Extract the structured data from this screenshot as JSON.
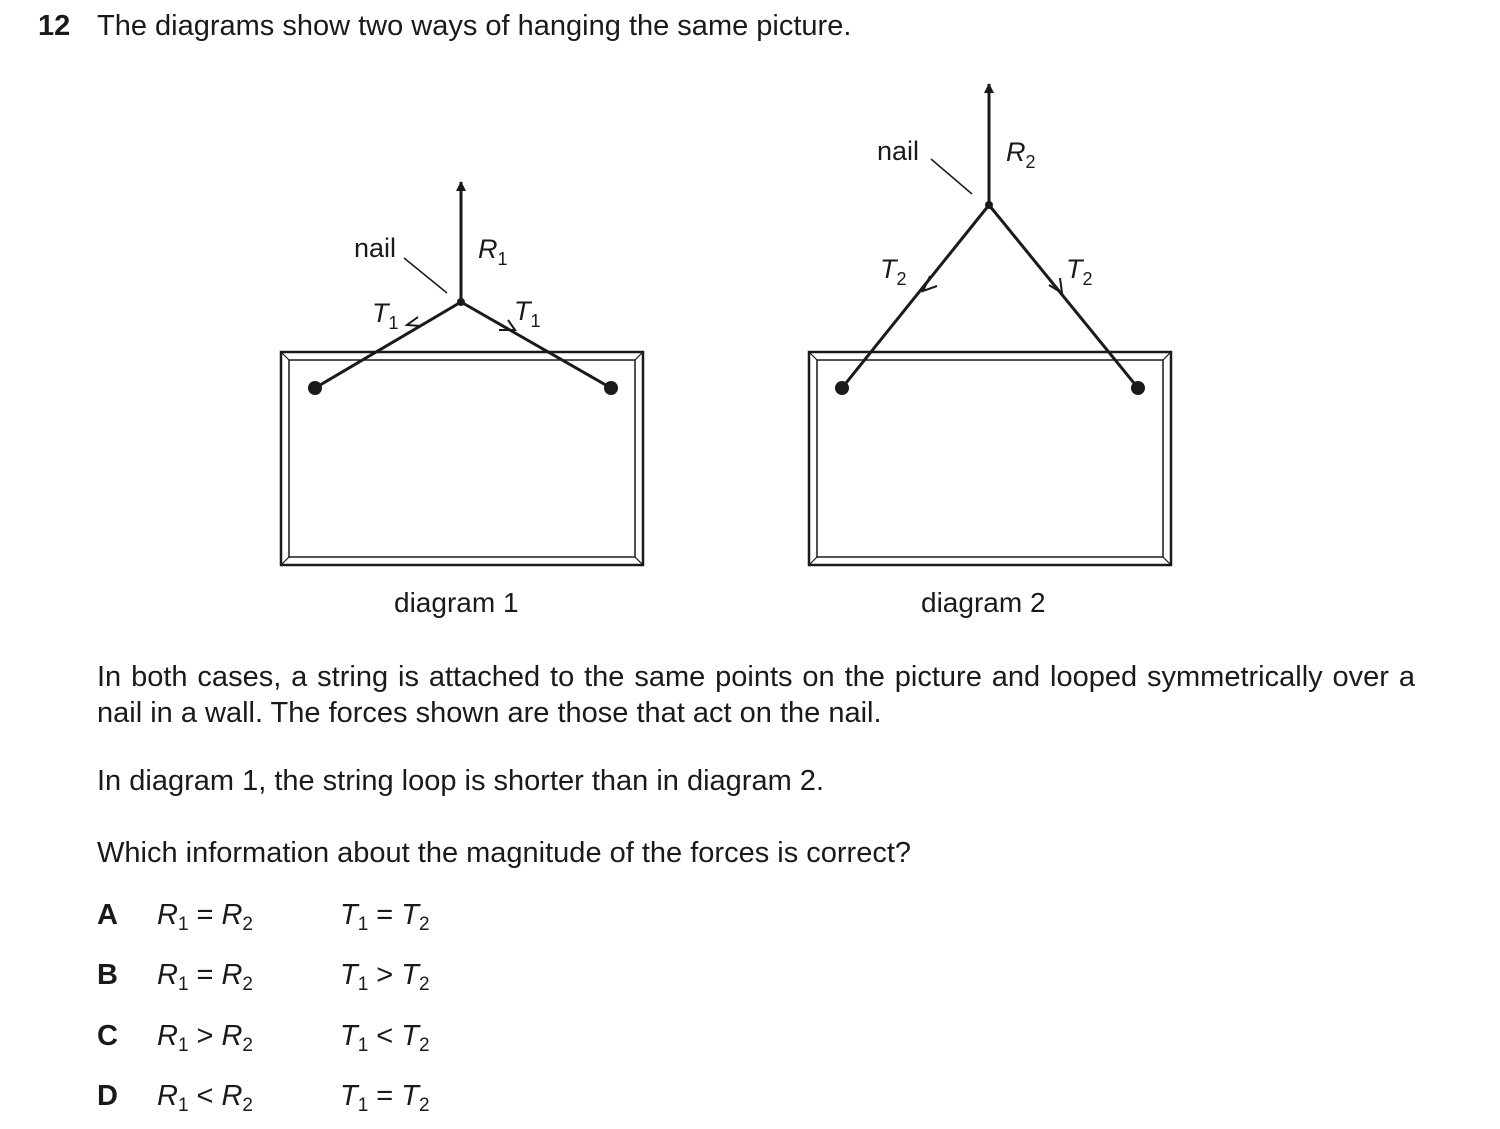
{
  "question": {
    "number": "12",
    "title": "The diagrams show two ways of hanging the same picture."
  },
  "diagram1": {
    "nail_label": "nail",
    "reaction": {
      "symbol": "R",
      "sub": "1"
    },
    "tension": {
      "symbol": "T",
      "sub": "1"
    },
    "caption": "diagram 1"
  },
  "diagram2": {
    "nail_label": "nail",
    "reaction": {
      "symbol": "R",
      "sub": "2"
    },
    "tension": {
      "symbol": "T",
      "sub": "2"
    },
    "caption": "diagram 2"
  },
  "paragraphs": [
    "In both cases, a string is attached to the same points on the picture and looped symmetrically over a nail in a wall. The forces shown are those that act on the nail.",
    "In diagram 1, the string loop is shorter than in diagram 2.",
    "Which information about the magnitude of the forces is correct?"
  ],
  "options": [
    {
      "letter": "A",
      "r1": "R",
      "r1s": "1",
      "rop": "=",
      "r2": "R",
      "r2s": "2",
      "t1": "T",
      "t1s": "1",
      "top": "=",
      "t2": "T",
      "t2s": "2"
    },
    {
      "letter": "B",
      "r1": "R",
      "r1s": "1",
      "rop": "=",
      "r2": "R",
      "r2s": "2",
      "t1": "T",
      "t1s": "1",
      "top": ">",
      "t2": "T",
      "t2s": "2"
    },
    {
      "letter": "C",
      "r1": "R",
      "r1s": "1",
      "rop": ">",
      "r2": "R",
      "r2s": "2",
      "t1": "T",
      "t1s": "1",
      "top": "<",
      "t2": "T",
      "t2s": "2"
    },
    {
      "letter": "D",
      "r1": "R",
      "r1s": "1",
      "rop": "<",
      "r2": "R",
      "r2s": "2",
      "t1": "T",
      "t1s": "1",
      "top": "=",
      "t2": "T",
      "t2s": "2"
    }
  ]
}
